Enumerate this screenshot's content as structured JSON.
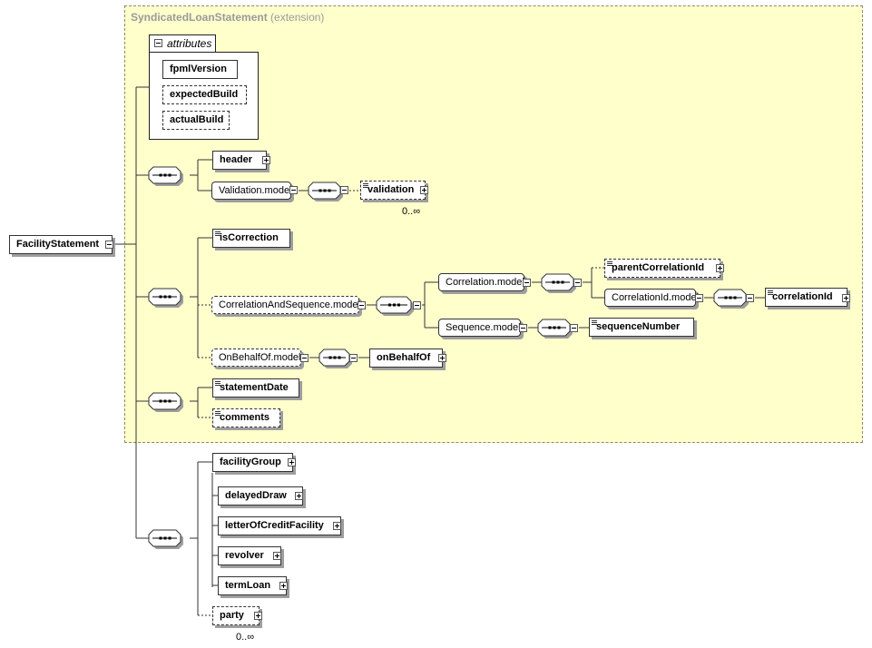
{
  "extension": {
    "base_name": "SyndicatedLoanStatement",
    "base_suffix": "(extension)"
  },
  "attributes_group": {
    "label": "attributes",
    "items": [
      {
        "label": "fpmlVersion",
        "optional": false
      },
      {
        "label": "expectedBuild",
        "optional": true
      },
      {
        "label": "actualBuild",
        "optional": true
      }
    ]
  },
  "root": {
    "label": "FacilityStatement"
  },
  "elements": {
    "header": "header",
    "validation_model": "Validation.model",
    "validation": "validation",
    "validation_card": "0..∞",
    "isCorrection": "isCorrection",
    "correlation_and_sequence_model": "CorrelationAndSequence.model",
    "correlation_model": "Correlation.model",
    "parentCorrelationId": "parentCorrelationId",
    "correlationId_model": "CorrelationId.model",
    "correlationId": "correlationId",
    "sequence_model": "Sequence.model",
    "sequenceNumber": "sequenceNumber",
    "onBehalfOf_model": "OnBehalfOf.model",
    "onBehalfOf": "onBehalfOf",
    "statementDate": "statementDate",
    "comments": "comments",
    "facilityGroup": "facilityGroup",
    "delayedDraw": "delayedDraw",
    "letterOfCreditFacility": "letterOfCreditFacility",
    "revolver": "revolver",
    "termLoan": "termLoan",
    "party": "party",
    "party_card": "0..∞"
  },
  "colors": {
    "extension_fill": "#ffffcc",
    "shadow": "#9e9e9e",
    "line": "#333333"
  }
}
